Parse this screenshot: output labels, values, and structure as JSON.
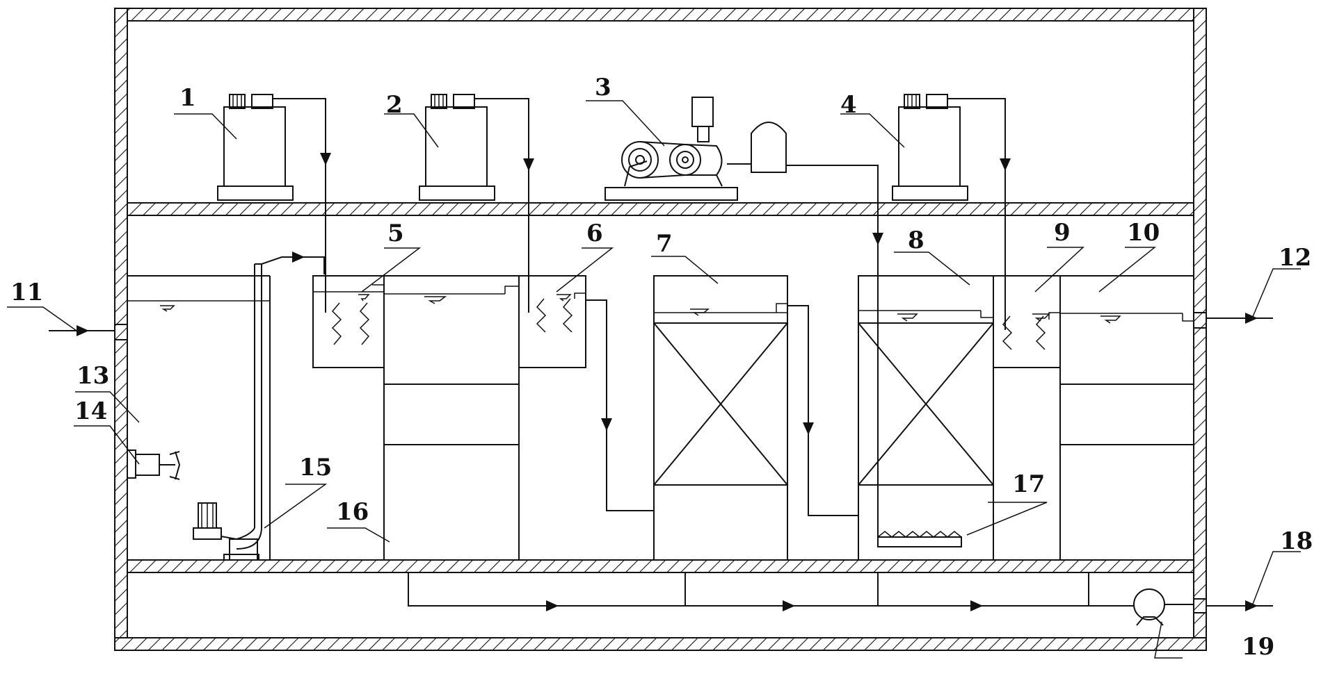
{
  "labels": {
    "l1": "1",
    "l2": "2",
    "l3": "3",
    "l4": "4",
    "l5": "5",
    "l6": "6",
    "l7": "7",
    "l8": "8",
    "l9": "9",
    "l10": "10",
    "l11": "11",
    "l12": "12",
    "l13": "13",
    "l14": "14",
    "l15": "15",
    "l16": "16",
    "l17": "17",
    "l18": "18",
    "l19": "19"
  },
  "colors": {
    "line": "#111111",
    "background": "#ffffff"
  }
}
